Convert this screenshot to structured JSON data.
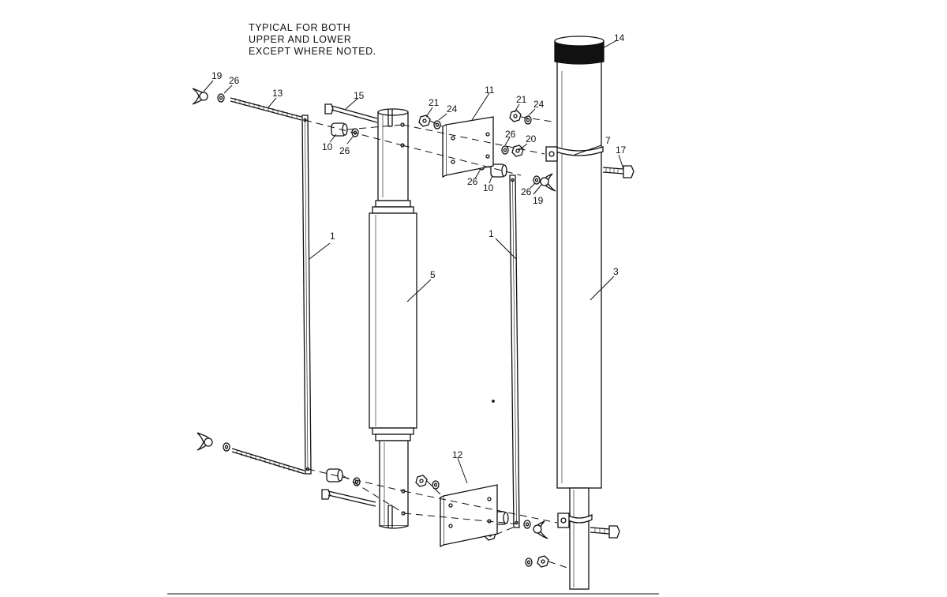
{
  "note": {
    "line1": "TYPICAL FOR BOTH",
    "line2": "UPPER AND LOWER",
    "line3": "EXCEPT WHERE NOTED."
  },
  "callouts": {
    "c1a": "1",
    "c1b": "1",
    "c3": "3",
    "c5": "5",
    "c7": "7",
    "c10a": "10",
    "c10b": "10",
    "c11": "11",
    "c12": "12",
    "c13": "13",
    "c14": "14",
    "c15": "15",
    "c17": "17",
    "c19a": "19",
    "c19b": "19",
    "c20": "20",
    "c21a": "21",
    "c21b": "21",
    "c24a": "24",
    "c24b": "24",
    "c26a": "26",
    "c26b": "26",
    "c26c": "26",
    "c26d": "26",
    "c26e": "26"
  }
}
